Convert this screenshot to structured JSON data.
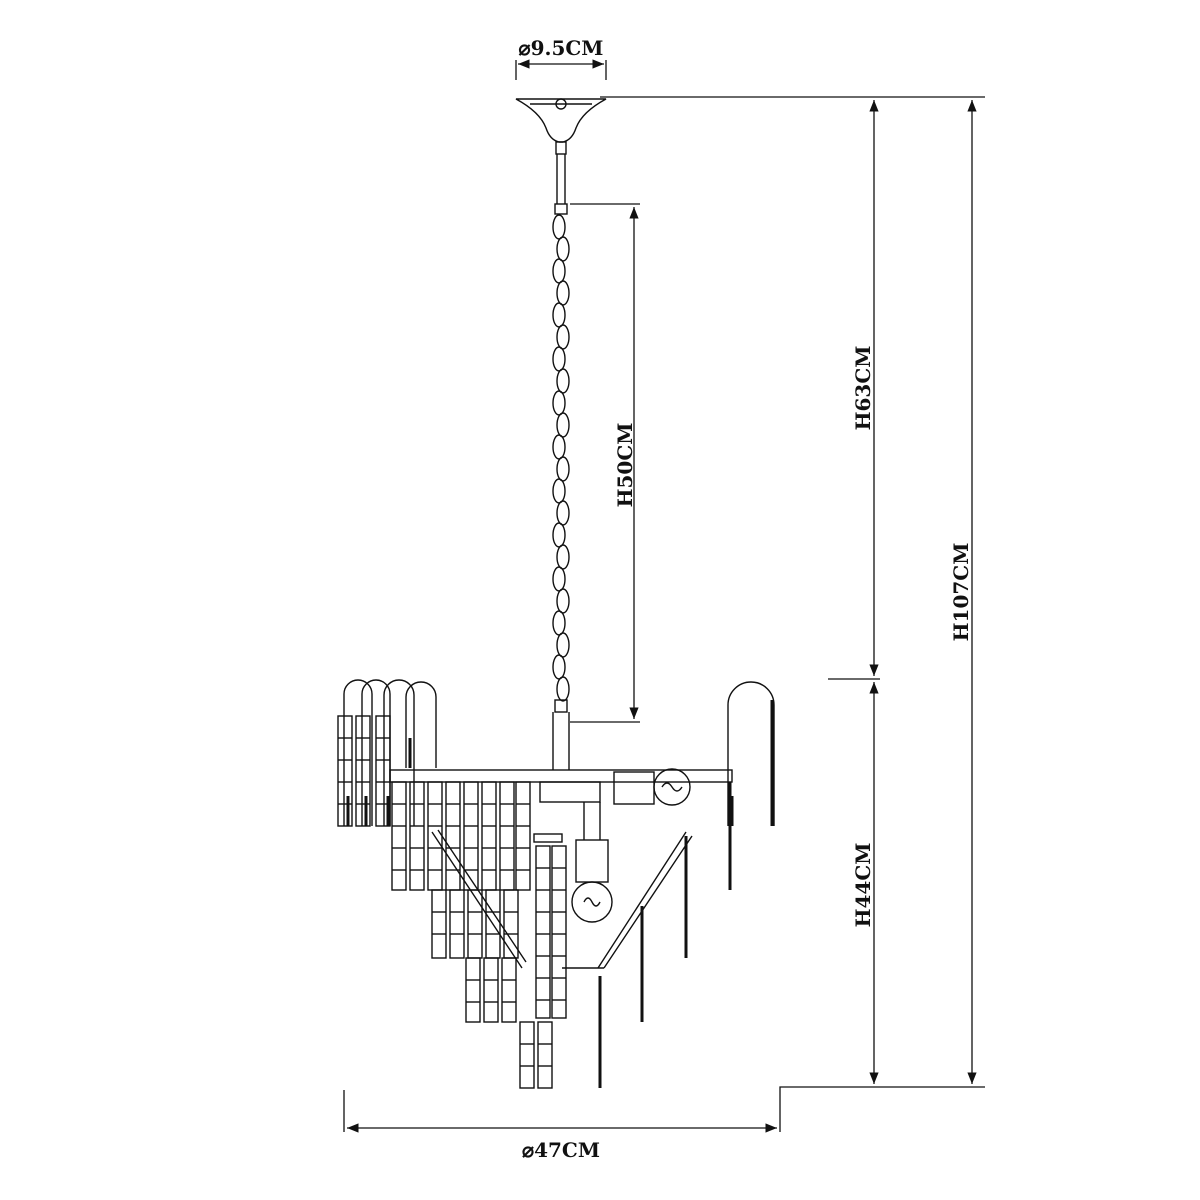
{
  "dimensions": {
    "canopy_diameter": "⌀9.5CM",
    "chain_height": "H50CM",
    "total_height": "H107CM",
    "drop_height": "H63CM",
    "body_height": "H44CM",
    "body_diameter": "⌀47CM"
  },
  "colors": {
    "line": "#111111",
    "background": "#ffffff"
  }
}
